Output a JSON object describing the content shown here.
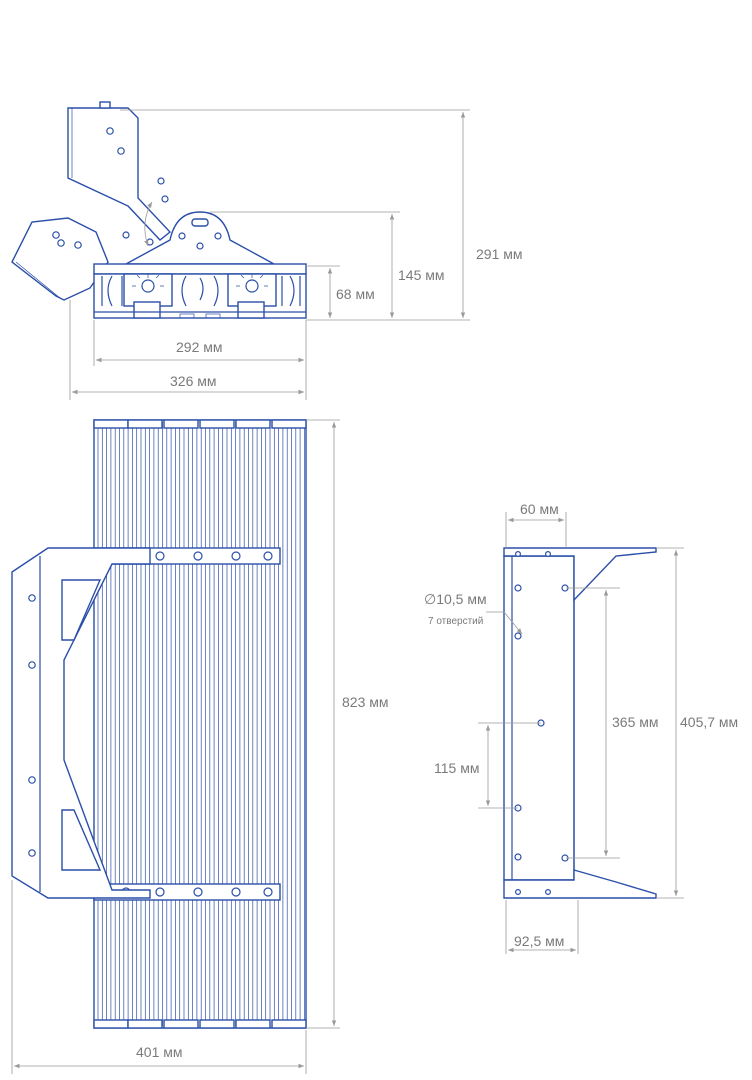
{
  "drawing": {
    "top_view": {
      "height_total": "291 мм",
      "height_lamp": "145 мм",
      "height_body": "68 мм",
      "width_body": "292 мм",
      "width_total": "326 мм"
    },
    "front_view": {
      "length": "823 мм",
      "width": "401 мм"
    },
    "bracket_view": {
      "flange_width": "60 мм",
      "hole_diameter": "∅10,5 мм",
      "hole_count": "7 отверстий",
      "hole_pitch": "115 мм",
      "mount_span": "365 мм",
      "height": "405,7 мм",
      "depth": "92,5 мм"
    }
  }
}
